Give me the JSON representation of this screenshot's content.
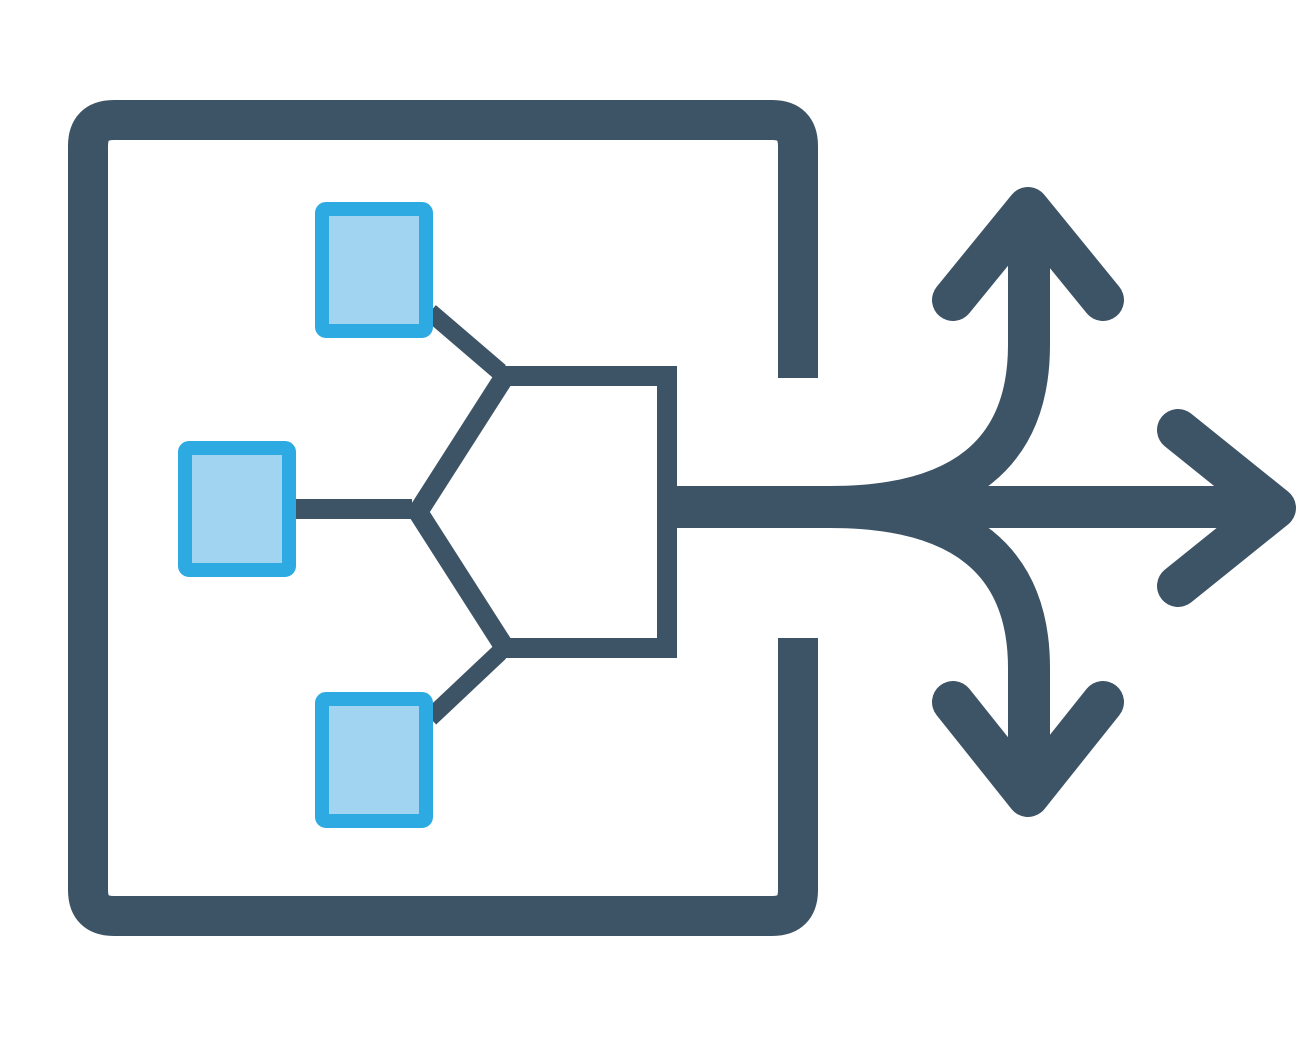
{
  "colors": {
    "background": "#ffffff",
    "stroke": "#3d5366",
    "node_fill": "#a0d4f0",
    "node_border": "#2eaae3"
  },
  "icon": {
    "name": "workflow-distribution-icon",
    "frame": "open-bracket-frame",
    "nodes": [
      "source-node-top",
      "source-node-middle",
      "source-node-bottom"
    ],
    "hub": "pentagon-hub",
    "outputs": [
      "arrow-up",
      "arrow-right",
      "arrow-down"
    ]
  }
}
